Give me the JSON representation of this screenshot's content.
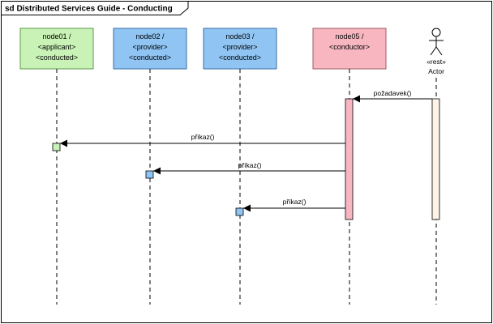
{
  "diagram": {
    "frame_title": "sd Distributed Services Guide - Conducting",
    "lifelines": [
      {
        "id": "node01",
        "lines": [
          "node01 /",
          "<applicant>",
          "<conducted>"
        ],
        "fill": "#c9f2b6",
        "border": "#5a9a4a"
      },
      {
        "id": "node02",
        "lines": [
          "node02 /",
          "<provider>",
          "<conducted>"
        ],
        "fill": "#8fc4f3",
        "border": "#3a6ea8"
      },
      {
        "id": "node03",
        "lines": [
          "node03 /",
          "<provider>",
          "<conducted>"
        ],
        "fill": "#8fc4f3",
        "border": "#3a6ea8"
      },
      {
        "id": "node05",
        "lines": [
          "node05 /",
          "<conductor>"
        ],
        "fill": "#f7b6c0",
        "border": "#a05a66"
      }
    ],
    "actor": {
      "stereotype": "«rest»",
      "name": "Actor"
    },
    "messages": [
      {
        "label": "požadavek()"
      },
      {
        "label": "příkaz()"
      },
      {
        "label": "příkaz()"
      },
      {
        "label": "příkaz()"
      }
    ]
  },
  "colors": {
    "conductor_activation": "#f7b6c0",
    "actor_activation": "#fdf3e6",
    "node01_activation": "#c9f2b6",
    "provider_activation": "#8fc4f3"
  }
}
